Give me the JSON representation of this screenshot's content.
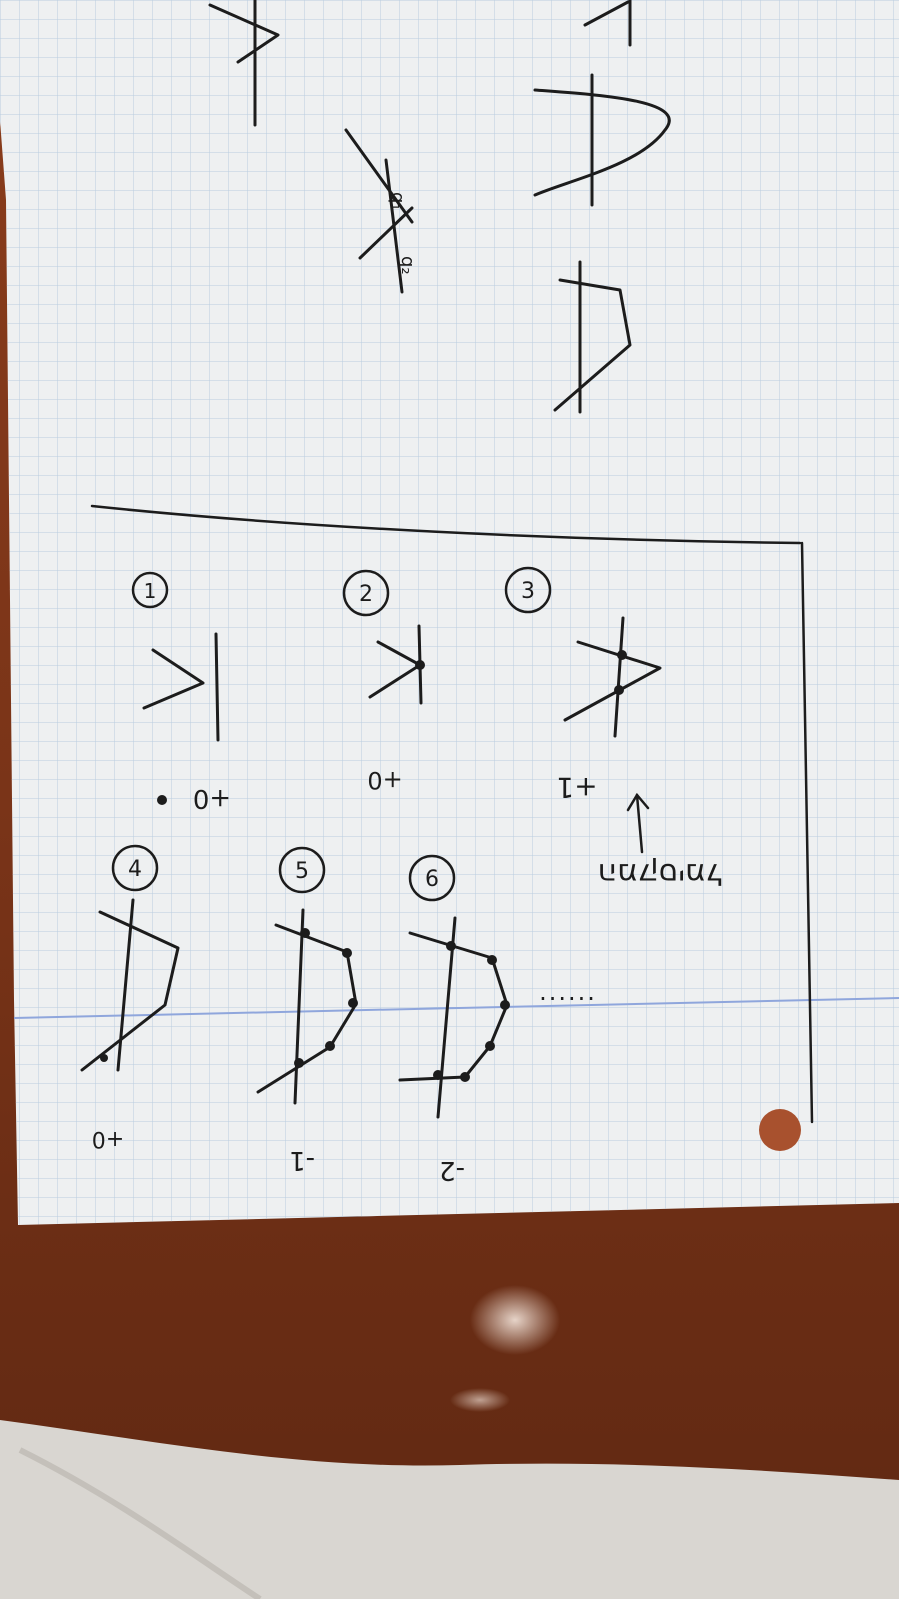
{
  "photo": {
    "subject": "hand-drawn sketches on grid notebook paper lying on a wooden desk",
    "colors": {
      "paper": "#eef0f1",
      "grid": "#b9cde0",
      "grid_blue_line": "#8fa6dc",
      "ink": "#1c1c1c",
      "desk": "#7a3418",
      "desk_highlight": "#a4532b",
      "cloth": "#d9d6d1",
      "hole": "#a8512e"
    }
  },
  "sketches": [
    {
      "number": "1",
      "score": "+0"
    },
    {
      "number": "2",
      "score": "+0"
    },
    {
      "number": "3",
      "score": "+1"
    },
    {
      "number": "4",
      "score": "+0"
    },
    {
      "number": "5",
      "score": "-1"
    },
    {
      "number": "6",
      "score": "-2"
    }
  ],
  "top_annotations": {
    "q1": "q₁",
    "q2": "q₂"
  },
  "hebrew_note": "המקסימל",
  "ellipsis": "......"
}
